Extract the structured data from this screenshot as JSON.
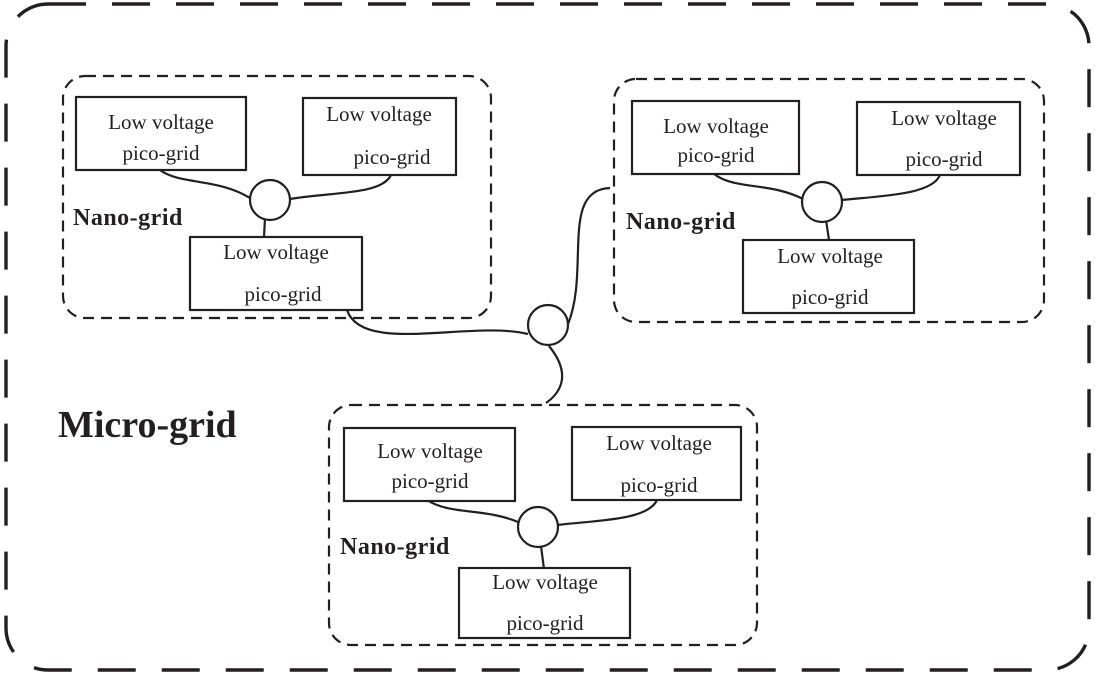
{
  "diagram": {
    "micro_label": "Micro-grid",
    "nano_grids": [
      {
        "label": "Nano-grid",
        "picos": [
          {
            "line1": "Low voltage",
            "line2": "pico-grid"
          },
          {
            "line1": "Low voltage",
            "line2": "pico-grid"
          },
          {
            "line1": "Low voltage",
            "line2": "pico-grid"
          }
        ]
      },
      {
        "label": "Nano-grid",
        "picos": [
          {
            "line1": "Low voltage",
            "line2": "pico-grid"
          },
          {
            "line1": "Low voltage",
            "line2": "pico-grid"
          },
          {
            "line1": "Low voltage",
            "line2": "pico-grid"
          }
        ]
      },
      {
        "label": "Nano-grid",
        "picos": [
          {
            "line1": "Low voltage",
            "line2": "pico-grid"
          },
          {
            "line1": "Low voltage",
            "line2": "pico-grid"
          },
          {
            "line1": "Low voltage",
            "line2": "pico-grid"
          }
        ]
      }
    ]
  }
}
